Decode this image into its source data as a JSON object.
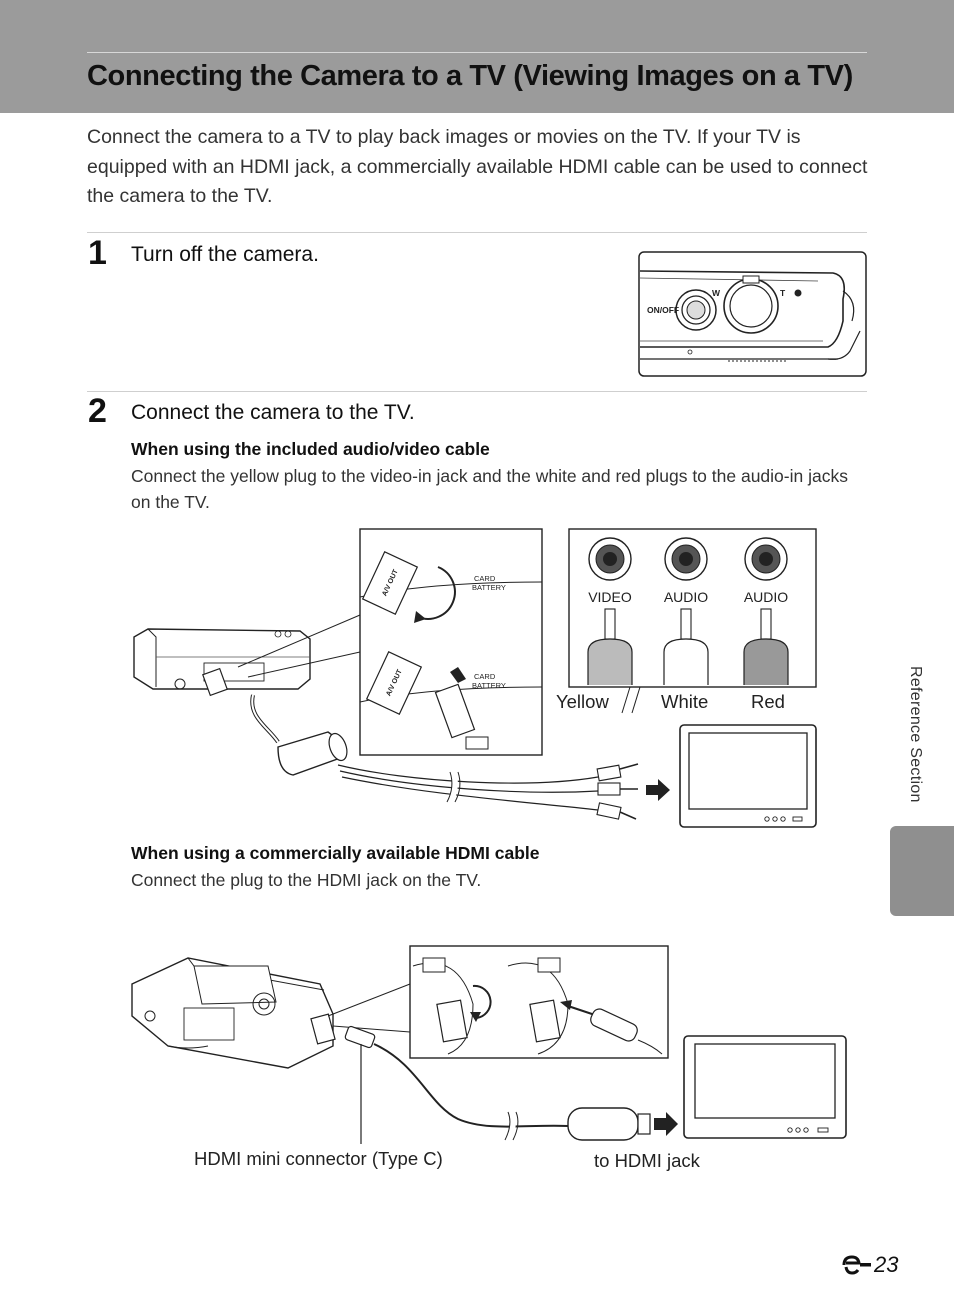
{
  "header": {
    "title": "Connecting the Camera to a TV (Viewing Images on a TV)"
  },
  "intro": "Connect the camera to a TV to play back images or movies on the TV. If your TV is equipped with an HDMI jack, a commercially available HDMI cable can be used to connect the camera to the TV.",
  "steps": [
    {
      "number": "1",
      "text": "Turn off the camera."
    },
    {
      "number": "2",
      "text": "Connect the camera to the TV."
    }
  ],
  "av_section": {
    "heading": "When using the included audio/video cable",
    "body": "Connect the yellow plug to the video-in jack and the white and red plugs to the audio-in jacks on the TV."
  },
  "hdmi_section": {
    "heading": "When using a commercially available HDMI cable",
    "body": "Connect the plug to the HDMI jack on the TV."
  },
  "figure_labels": {
    "on_off": "ON/OFF",
    "zoom_w": "W",
    "zoom_t": "T",
    "jack_video": "VIDEO",
    "jack_audio_1": "AUDIO",
    "jack_audio_2": "AUDIO",
    "plug_yellow": "Yellow",
    "plug_white": "White",
    "plug_red": "Red",
    "card_battery_top": "CARD",
    "card_battery_bottom": "BATTERY",
    "av_out": "A/V OUT",
    "hdmi_connector": "HDMI mini connector (Type C)",
    "to_hdmi_jack": "to HDMI jack"
  },
  "sidebar": {
    "section": "Reference Section"
  },
  "footer": {
    "page_number": "23"
  }
}
